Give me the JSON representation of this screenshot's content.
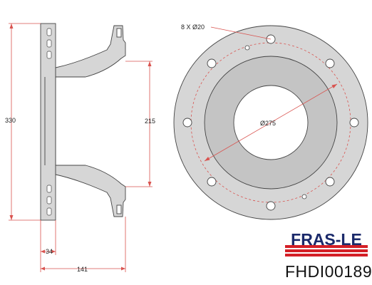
{
  "dimensions": {
    "total_height": "330",
    "hub_height": "215",
    "hub_offset": "34",
    "total_width": "141",
    "bolt_holes": "8 X Ø20",
    "bolt_circle": "Ø275"
  },
  "brand": {
    "logo_text": "FRAS-LE",
    "part_number": "FHDI00189"
  },
  "colors": {
    "disc_fill": "#d6d6d6",
    "hub_fill": "#c4c4c4",
    "dimension_red": "#d9534f",
    "brand_red": "#d41f26",
    "brand_navy": "#1b2a6b"
  }
}
